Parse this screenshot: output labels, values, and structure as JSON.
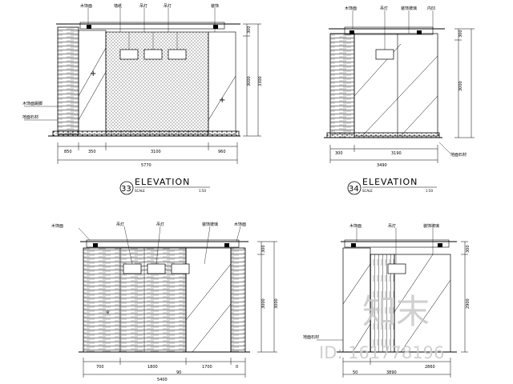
{
  "elevations": [
    {
      "id": "e33",
      "number": "33",
      "title": "ELEVATION",
      "scale_label": "SCALE",
      "scale_value": "1:50",
      "top_labels": [
        "木饰面",
        "墙纸",
        "吊灯",
        "吊灯",
        "装饰"
      ],
      "left_labels": [
        "木饰面踢脚",
        "地面石材"
      ],
      "bottom_dims": [
        "850",
        "350",
        "3100",
        "960"
      ],
      "total_dim": "5770",
      "right_dims": [
        "300",
        "3000",
        "3300"
      ]
    },
    {
      "id": "e34",
      "number": "34",
      "title": "ELEVATION",
      "scale_label": "SCALE",
      "scale_value": "1:50",
      "top_labels": [
        "木饰面",
        "吊灯",
        "装饰玻璃",
        "内凹"
      ],
      "bottom_dims": [
        "300",
        "3190"
      ],
      "total_dim": "3490",
      "right_dims": [
        "300",
        "3000"
      ],
      "side_label": "地面石材"
    },
    {
      "id": "e35",
      "top_labels": [
        "木饰面",
        "吊灯",
        "吊灯",
        "装饰玻璃",
        "木饰面"
      ],
      "bottom_dims": [
        "700",
        "1800",
        "1700",
        "0"
      ],
      "total_dim": "5400",
      "total_mid": "90",
      "right_dims": [
        "300",
        "3000",
        "3000"
      ]
    },
    {
      "id": "e36",
      "top_labels": [
        "木饰面",
        "吊灯",
        "装饰玻璃"
      ],
      "left_label": "地面石材",
      "bottom_dims": [
        "50",
        "2860"
      ],
      "total_dim": "3890",
      "right_dims": [
        "300",
        "2900"
      ]
    }
  ],
  "watermark": {
    "chars": "知末",
    "id_text": "ID: 161778196"
  }
}
